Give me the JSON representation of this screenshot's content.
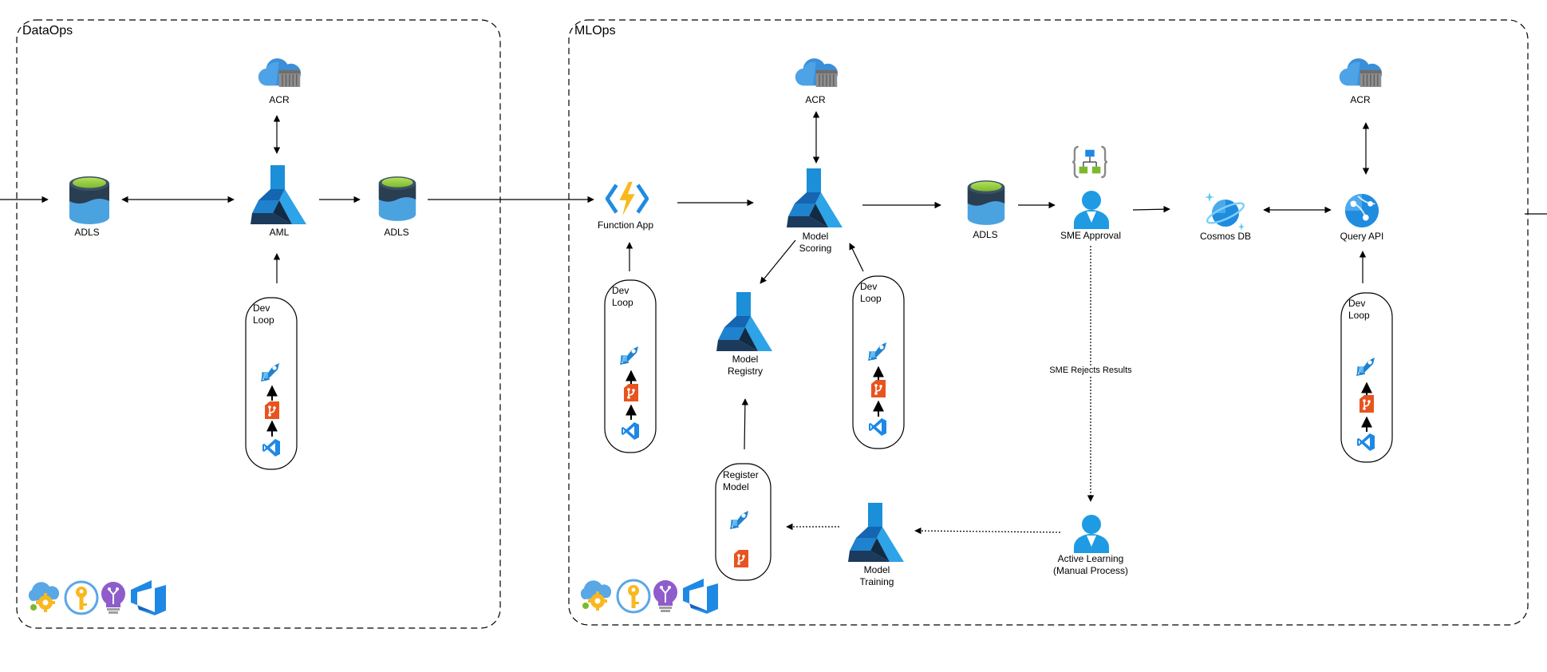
{
  "sections": {
    "dataops": "DataOps",
    "mlops": "MLOps"
  },
  "nodes": {
    "adls1": "ADLS",
    "aml": "AML",
    "acr1": "ACR",
    "adls2": "ADLS",
    "function_app": "Function App",
    "acr2": "ACR",
    "model_scoring": "Model\nScoring",
    "model_registry": "Model\nRegistry",
    "adls3": "ADLS",
    "sme_approval": "SME Approval",
    "cosmos_db": "Cosmos DB",
    "acr3": "ACR",
    "query_api": "Query API",
    "active_learning": "Active Learning\n(Manual Process)",
    "model_training": "Model\nTraining",
    "register_model": "Register\nModel"
  },
  "dev_loops": {
    "label": "Dev\nLoop"
  },
  "edges": {
    "sme_rejects": "SME Rejects Results"
  },
  "icons": {
    "adls": "storage-cylinder-icon",
    "aml": "machine-learning-flask-icon",
    "acr": "container-registry-cloud-icon",
    "function": "function-lightning-icon",
    "person": "user-person-icon",
    "cosmos": "cosmos-db-planet-icon",
    "api": "api-globe-icon",
    "pipelines": "pipelines-rocket-icon",
    "repos": "repos-git-icon",
    "vscode": "vscode-icon",
    "org_chart": "org-chart-braces-icon",
    "tools": [
      "cloud-gear-icon",
      "key-vault-icon",
      "insights-bulb-icon",
      "azure-devops-icon"
    ]
  },
  "colors": {
    "azure_blue": "#0078D4",
    "light_blue": "#50A9E0",
    "dark_navy": "#1B3A5C",
    "green_lid": "#8CC63F",
    "orange": "#E8541F",
    "gold": "#F9B81E",
    "purple": "#7E57C2"
  }
}
